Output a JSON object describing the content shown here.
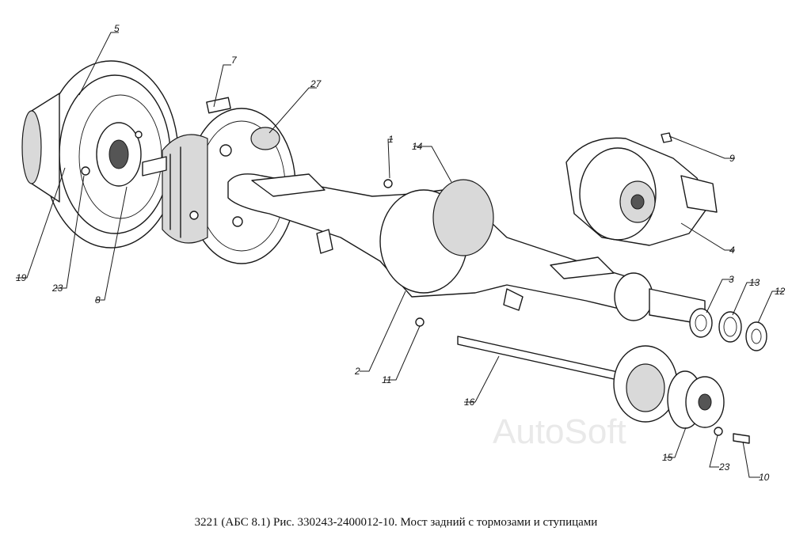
{
  "caption": "3221 (АБС 8.1) Рис. 330243-2400012-10. Мост задний с тормозами и ступицами",
  "watermark": "AutoSoft",
  "callouts": [
    {
      "id": "5"
    },
    {
      "id": "7"
    },
    {
      "id": "27"
    },
    {
      "id": "1"
    },
    {
      "id": "14"
    },
    {
      "id": "9"
    },
    {
      "id": "4"
    },
    {
      "id": "3"
    },
    {
      "id": "13"
    },
    {
      "id": "12"
    },
    {
      "id": "19"
    },
    {
      "id": "23"
    },
    {
      "id": "8"
    },
    {
      "id": "2"
    },
    {
      "id": "11"
    },
    {
      "id": "16"
    },
    {
      "id": "15"
    },
    {
      "id": "23"
    },
    {
      "id": "10"
    }
  ]
}
